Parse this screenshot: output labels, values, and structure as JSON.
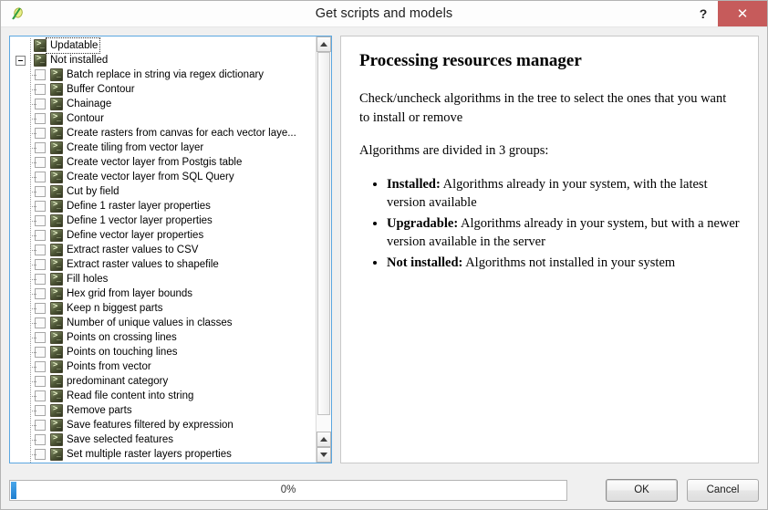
{
  "window": {
    "title": "Get scripts and models",
    "app_icon": "qgis-script-icon",
    "help_label": "?",
    "close_label": "✕"
  },
  "tree": {
    "groups": [
      {
        "label": "Updatable",
        "expanded": false,
        "focused": true,
        "has_expander": false,
        "icon": "script-icon"
      },
      {
        "label": "Not installed",
        "expanded": true,
        "focused": false,
        "has_expander": true,
        "icon": "script-icon"
      }
    ],
    "items": [
      {
        "label": "Batch replace in string via regex dictionary",
        "checked": false,
        "icon": "script-icon"
      },
      {
        "label": "Buffer Contour",
        "checked": false,
        "icon": "script-icon"
      },
      {
        "label": "Chainage",
        "checked": false,
        "icon": "script-icon"
      },
      {
        "label": "Contour",
        "checked": false,
        "icon": "script-icon"
      },
      {
        "label": "Create rasters from canvas for each vector laye...",
        "checked": false,
        "icon": "script-icon"
      },
      {
        "label": "Create tiling from vector layer",
        "checked": false,
        "icon": "script-icon"
      },
      {
        "label": "Create vector layer from Postgis table",
        "checked": false,
        "icon": "script-icon"
      },
      {
        "label": "Create vector layer from SQL Query",
        "checked": false,
        "icon": "script-icon"
      },
      {
        "label": "Cut by field",
        "checked": false,
        "icon": "script-icon"
      },
      {
        "label": "Define 1 raster layer properties",
        "checked": false,
        "icon": "script-icon"
      },
      {
        "label": "Define 1 vector layer properties",
        "checked": false,
        "icon": "script-icon"
      },
      {
        "label": "Define vector layer properties",
        "checked": false,
        "icon": "script-icon"
      },
      {
        "label": "Extract raster values to CSV",
        "checked": false,
        "icon": "script-icon"
      },
      {
        "label": "Extract raster values to shapefile",
        "checked": false,
        "icon": "script-icon"
      },
      {
        "label": "Fill holes",
        "checked": false,
        "icon": "script-icon"
      },
      {
        "label": "Hex grid from layer bounds",
        "checked": false,
        "icon": "script-icon"
      },
      {
        "label": "Keep n biggest parts",
        "checked": false,
        "icon": "script-icon"
      },
      {
        "label": "Number of unique values in classes",
        "checked": false,
        "icon": "script-icon"
      },
      {
        "label": "Points on crossing lines",
        "checked": false,
        "icon": "script-icon"
      },
      {
        "label": "Points on touching lines",
        "checked": false,
        "icon": "script-icon"
      },
      {
        "label": "Points from vector",
        "checked": false,
        "icon": "script-icon"
      },
      {
        "label": "predominant category",
        "checked": false,
        "icon": "script-icon"
      },
      {
        "label": "Read file content into string",
        "checked": false,
        "icon": "script-icon"
      },
      {
        "label": "Remove parts",
        "checked": false,
        "icon": "script-icon"
      },
      {
        "label": "Save features filtered by expression",
        "checked": false,
        "icon": "script-icon"
      },
      {
        "label": "Save selected features",
        "checked": false,
        "icon": "script-icon"
      },
      {
        "label": "Set multiple raster layers properties",
        "checked": false,
        "icon": "script-icon"
      }
    ],
    "scrollbar": {
      "up_arrow": "scroll-up-icon",
      "down_arrow": "scroll-down-icon"
    }
  },
  "description": {
    "title": "Processing resources manager",
    "paragraph1": "Check/uncheck algorithms in the tree to select the ones that you want to install or remove",
    "paragraph2": "Algorithms are divided in 3 groups:",
    "bullets": [
      {
        "term": "Installed:",
        "text": " Algorithms already in your system, with the latest version available"
      },
      {
        "term": "Upgradable:",
        "text": " Algorithms already in your system, but with a newer version available in the server"
      },
      {
        "term": "Not installed:",
        "text": " Algorithms not installed in your system"
      }
    ]
  },
  "footer": {
    "progress_text": "0%",
    "progress_value": 0,
    "ok_label": "OK",
    "cancel_label": "Cancel"
  },
  "colors": {
    "close_button": "#c65b5b",
    "focus_border": "#5ba7e0",
    "progress_fill": "#1f7fd0",
    "window_background": "#f0f0f0"
  }
}
